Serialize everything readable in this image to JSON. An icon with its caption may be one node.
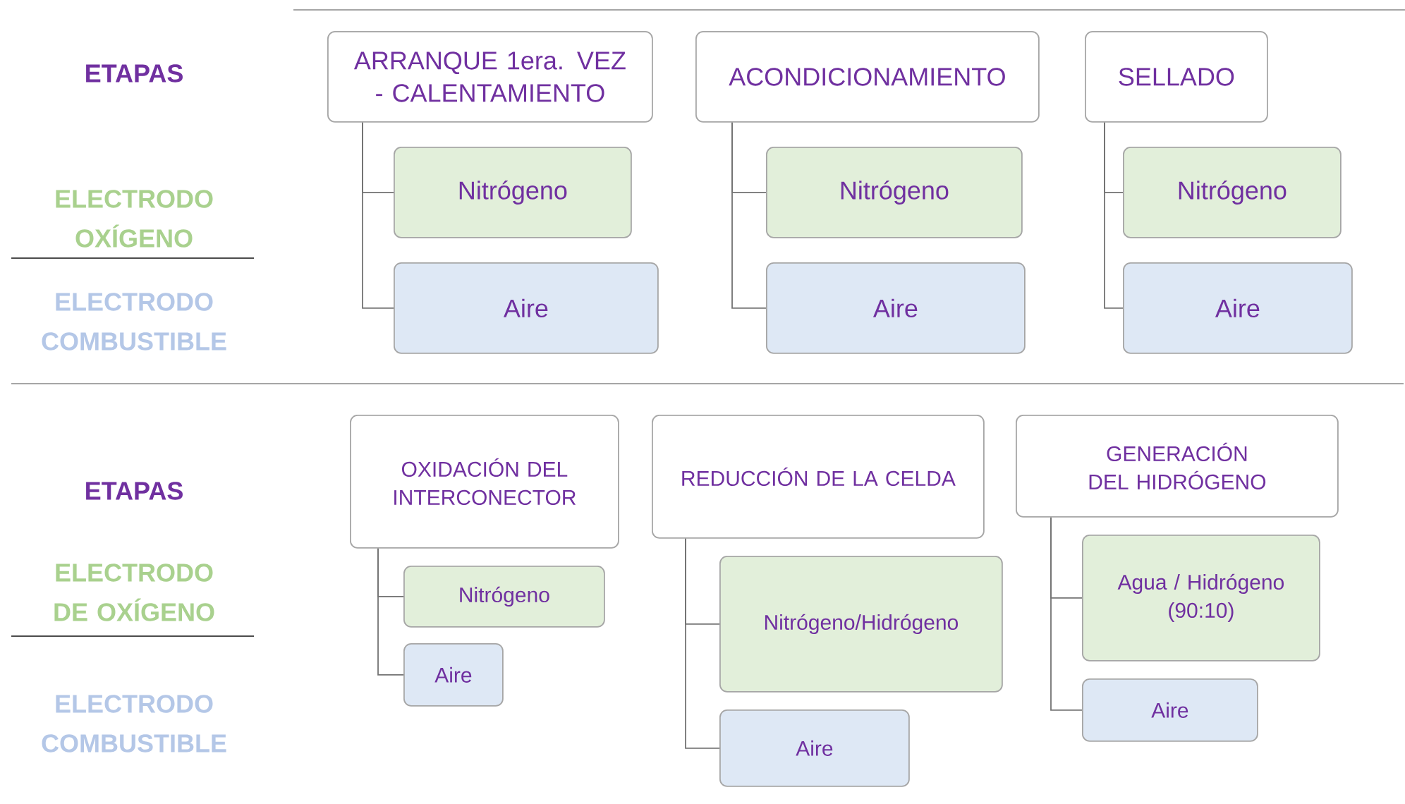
{
  "diagram": {
    "nodes": [
      {
        "text": [
          "ARRANQUE 1era. VEZ - CALENTAMIENTO"
        ]
      },
      {
        "text": [
          "Nitrógeno"
        ]
      },
      {
        "text": [
          "Aire"
        ]
      },
      {
        "text": [
          "ACONDICIONAMIENTO"
        ]
      },
      {
        "text": [
          "Nitrógeno"
        ]
      },
      {
        "text": [
          "Aire"
        ]
      },
      {
        "text": [
          "SELLADO"
        ]
      },
      {
        "text": [
          "Nitrógeno"
        ]
      },
      {
        "text": [
          "Aire"
        ]
      },
      {
        "text": [
          "OXIDACIÓN DEL INTERCONECTOR"
        ]
      },
      {
        "text": [
          "Nitrógeno"
        ]
      },
      {
        "text": [
          "Aire"
        ]
      },
      {
        "text": [
          "REDUCCIÓN DE LA CELDA"
        ]
      },
      {
        "text": [
          "Nitrógeno/Hidrógeno"
        ]
      },
      {
        "text": [
          "Aire"
        ]
      },
      {
        "text": [
          "GENERACIÓN DEL HIDRÓGENO"
        ]
      },
      {
        "text": [
          "Agua / Hidrógeno (90:10)"
        ]
      },
      {
        "text": [
          "Aire"
        ]
      }
    ],
    "edges": [
      {
        "from": 0,
        "to": 1,
        "arrow": "none"
      },
      {
        "from": 0,
        "to": 2,
        "arrow": "none"
      },
      {
        "from": 3,
        "to": 4,
        "arrow": "none"
      },
      {
        "from": 3,
        "to": 5,
        "arrow": "none"
      },
      {
        "from": 6,
        "to": 7,
        "arrow": "none"
      },
      {
        "from": 6,
        "to": 8,
        "arrow": "none"
      },
      {
        "from": 9,
        "to": 10,
        "arrow": "none"
      },
      {
        "from": 9,
        "to": 11,
        "arrow": "none"
      },
      {
        "from": 12,
        "to": 13,
        "arrow": "none"
      },
      {
        "from": 12,
        "to": 14,
        "arrow": "none"
      },
      {
        "from": 15,
        "to": 16,
        "arrow": "none"
      },
      {
        "from": 15,
        "to": 17,
        "arrow": "none"
      }
    ],
    "labels": [
      "ETAPAS",
      "ELECTRODO OXÍGENO",
      "ELECTRODO COMBUSTIBLE",
      "ETAPAS",
      "ELECTRODO DE OXÍGENO",
      "ELECTRODO COMBUSTIBLE"
    ]
  }
}
